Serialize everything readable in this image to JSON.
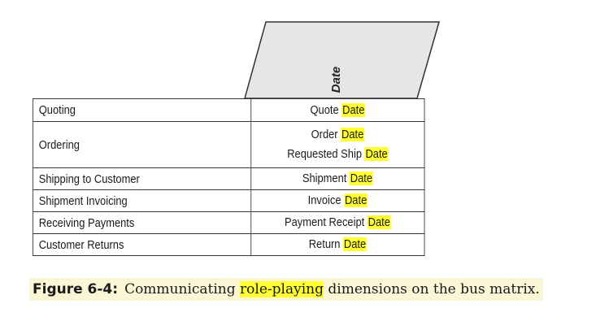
{
  "header": {
    "column_label": "Date"
  },
  "rows": [
    {
      "process": "Quoting",
      "lines": [
        {
          "prefix": "Quote",
          "highlight": "Date"
        }
      ]
    },
    {
      "process": "Ordering",
      "lines": [
        {
          "prefix": "Order",
          "highlight": "Date"
        },
        {
          "prefix": "Requested Ship",
          "highlight": "Date"
        }
      ]
    },
    {
      "process": "Shipping to Customer",
      "lines": [
        {
          "prefix": "Shipment",
          "highlight": "Date"
        }
      ]
    },
    {
      "process": "Shipment Invoicing",
      "lines": [
        {
          "prefix": "Invoice",
          "highlight": "Date"
        }
      ]
    },
    {
      "process": "Receiving Payments",
      "lines": [
        {
          "prefix": "Payment Receipt",
          "highlight": "Date"
        }
      ]
    },
    {
      "process": "Customer Returns",
      "lines": [
        {
          "prefix": "Return",
          "highlight": "Date"
        }
      ]
    }
  ],
  "caption": {
    "figure_label": "Figure 6-4:",
    "text_before": "Communicating",
    "text_highlight": "role-playing",
    "text_after": "dimensions on the bus matrix."
  },
  "colors": {
    "highlight": "#ffff33",
    "caption_background": "#fbf6d6",
    "header_fill": "#e6e6e6",
    "border": "#333333"
  }
}
